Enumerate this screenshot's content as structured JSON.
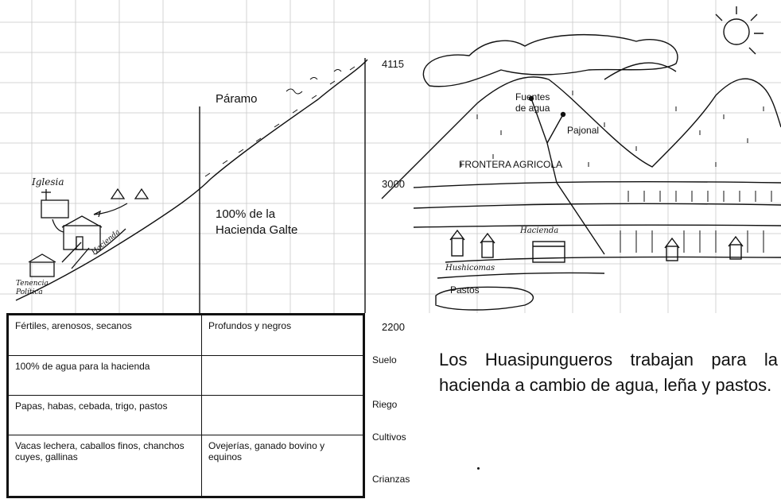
{
  "left_panel": {
    "paramo": "Páramo",
    "zone_text": "100% de la Hacienda Galte",
    "hand_labels": {
      "iglesia": "Iglesia",
      "tenencia": "Tenencia Política",
      "hacienda": "Hacienda"
    }
  },
  "elevations": [
    "4115",
    "3000",
    "2200"
  ],
  "right_panel": {
    "fuentes": "Fuentes de agua",
    "pajonal": "Pajonal",
    "frontera": "FRONTERA AGRICOLA",
    "pastos": "Pastos",
    "hand_labels": {
      "hacienda": "Hacienda",
      "huasicamas": "Hushicomas"
    }
  },
  "table": {
    "rows": [
      {
        "label": "Suelo",
        "left": "Fértiles, arenosos, secanos",
        "right": "Profundos y negros"
      },
      {
        "label": "Riego",
        "left": "100% de agua para la hacienda",
        "right": ""
      },
      {
        "label": "Cultivos",
        "left": "Papas, habas, cebada, trigo, pastos",
        "right": ""
      },
      {
        "label": "Crianzas",
        "left": "Vacas lechera, caballos finos, chanchos cuyes, gallinas",
        "right": "Ovejerías, ganado bovino y equinos"
      }
    ]
  },
  "caption": "Los Huasipungueros trabajan para la hacienda a cambio de agua, leña y pastos."
}
